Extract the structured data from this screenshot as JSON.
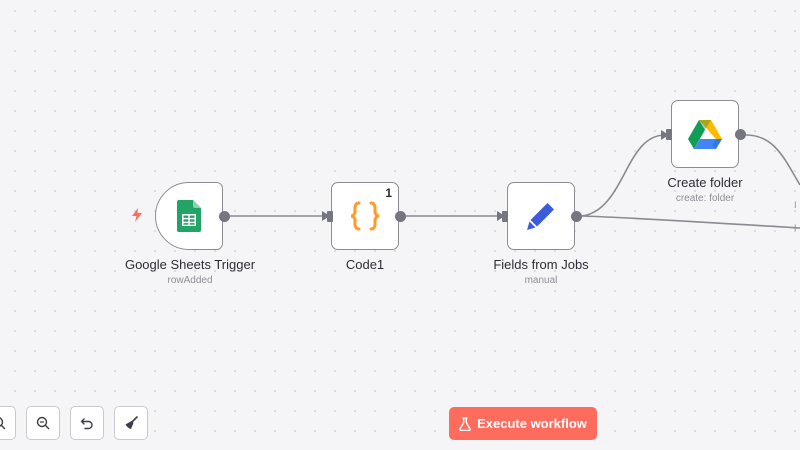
{
  "canvas": {
    "nodes": [
      {
        "id": "google-sheets-trigger",
        "title": "Google Sheets Trigger",
        "subtitle": "rowAdded",
        "icon": "google-sheets-icon",
        "trigger": true
      },
      {
        "id": "code1",
        "title": "Code1",
        "subtitle": "",
        "icon": "code-braces-icon",
        "badge": "1"
      },
      {
        "id": "fields-from-jobs",
        "title": "Fields from Jobs",
        "subtitle": "manual",
        "icon": "pencil-icon"
      },
      {
        "id": "create-folder",
        "title": "Create folder",
        "subtitle": "create: folder",
        "icon": "google-drive-icon"
      }
    ],
    "edge_stubs": [
      "I",
      "I"
    ]
  },
  "controls": {
    "buttons": [
      {
        "name": "zoom-in-button",
        "icon": "zoom-in-icon"
      },
      {
        "name": "zoom-out-button",
        "icon": "zoom-out-icon"
      },
      {
        "name": "undo-button",
        "icon": "undo-icon"
      },
      {
        "name": "tidy-up-button",
        "icon": "broom-icon"
      }
    ],
    "execute_label": "Execute workflow"
  },
  "colors": {
    "accent": "#ff6b5c",
    "sheets_green": "#21a464",
    "code_orange": "#ff9b26",
    "pencil_blue": "#3b5bdb",
    "trigger_bolt": "#ff6b5c"
  }
}
